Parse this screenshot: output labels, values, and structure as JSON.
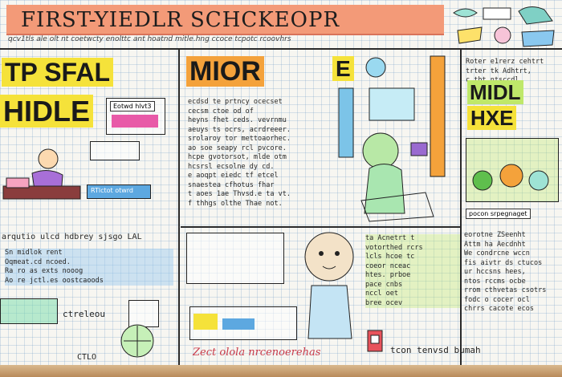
{
  "title": "FIRST-YIEDLR SCHCKEOPR",
  "subtitle": "qcv1tls  ale olt nt coetwcty enolttc ant hoatnd mitle.hng  ccoce  tcpotc  rcoovhrs",
  "sections": {
    "left": {
      "heading_line1": "TP SFAL",
      "heading_line2": "HIDLE",
      "tag": "Eotwd hlvt3",
      "blue_label": "RTlctot otwrd",
      "notes_mid": "arqutio ulcd hdbrey sjsgo LAL",
      "notes_body": "Sn midlok rent\nOqmeat.cd  ncoed.\nRa ro as  exts nooog\nAo re jctl.es oostcaoods",
      "caption": "ctreleou",
      "footer": "CTLO"
    },
    "middle": {
      "heading": "MIOR",
      "tag_letter": "E",
      "notes_block": "ecdsd te prtncy ocecset\ncecsm ctoe od of\nheyns fhet ceds.  vevrnmu\naeuys  ts  ocrs,  acrdreeer.\nsrolaroy  tor mettoaorhec.\nao soe  seapy rcl pvcore.\nhcpe  gvotorsot,  mlde otm\nhcsrsl  ecsolne dy  cd.\ne aoqpt eiedc tf etcel\nsnaestea   cfhotus  fhar\nt  aoes 1ae  Thvsd.e  ta  vt.\nf thhgs  olthe  Thae not.",
      "notes_lower": "ta Acnetrt t\nvotorthed rcrs\nlcls hcoe tc\ncoeor nceac\nhtes.  prboe\n  pace cnbs\n  nccl oet\n  bree ocev",
      "bottom_line": "Zect olola nrcenoerehas",
      "bottom_right": "tcon  tenvsd  bumah"
    },
    "right": {
      "heading_line1": "MIDL",
      "heading_line2": "HXE",
      "notes_top": "Roter e1rerz cehtrt\ntrter tk Adhtrt,\nc  tht ntsccdl.",
      "panel_caption": "pocon srpegnaget",
      "notes_mid": "eorotne ZSeenht\nAttm   ha  Aecdnht\nWe  condrcne wccn\nfis  aivtr ds  ctucos\nur hccsns  hees,\nntos  rccms  ocbe\nrrom cthvetas  csotrs\nfodc o  cocer ocl\nchrrs cacote ecos"
    },
    "colors": {
      "banner": "#f39a78",
      "highlight_yellow": "#f5e23a",
      "highlight_orange": "#f4a23b",
      "highlight_green": "#bfe86a",
      "accent_red": "#c83a4a",
      "accent_blue": "#5da8e0",
      "accent_purple": "#9a6ad0"
    }
  }
}
